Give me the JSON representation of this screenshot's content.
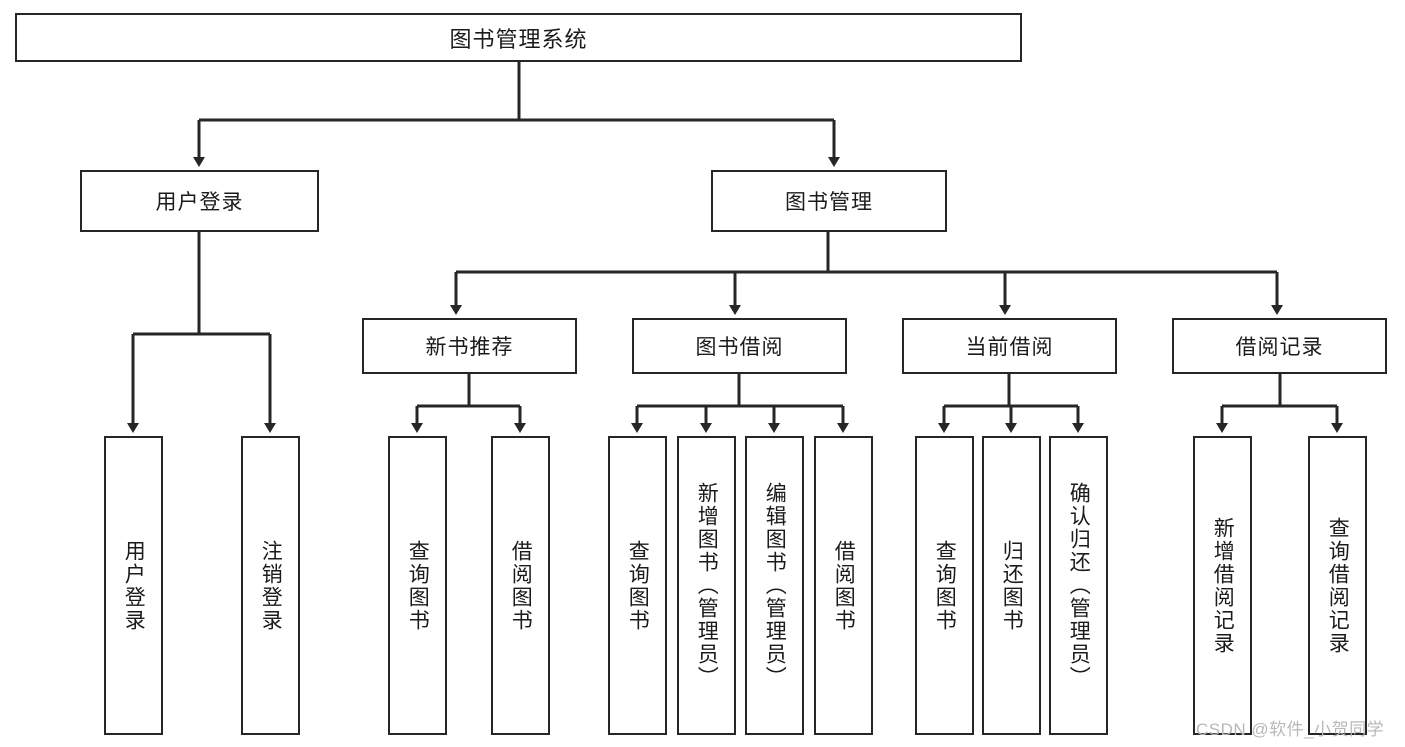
{
  "diagram": {
    "title": "图书管理系统",
    "watermark": "CSDN @软件_小贺同学",
    "level2": [
      {
        "label": "用户登录"
      },
      {
        "label": "图书管理"
      }
    ],
    "level3": [
      {
        "label": "新书推荐"
      },
      {
        "label": "图书借阅"
      },
      {
        "label": "当前借阅"
      },
      {
        "label": "借阅记录"
      }
    ],
    "leaves": {
      "user_login": [
        {
          "label": "用户登录"
        },
        {
          "label": "注销登录"
        }
      ],
      "new_book": [
        {
          "label": "查询图书"
        },
        {
          "label": "借阅图书"
        }
      ],
      "book_borrow": [
        {
          "label": "查询图书"
        },
        {
          "label": "新增图书（管理员）"
        },
        {
          "label": "编辑图书（管理员）"
        },
        {
          "label": "借阅图书"
        }
      ],
      "current_borrow": [
        {
          "label": "查询图书"
        },
        {
          "label": "归还图书"
        },
        {
          "label": "确认归还（管理员）"
        }
      ],
      "borrow_record": [
        {
          "label": "新增借阅记录"
        },
        {
          "label": "查询借阅记录"
        }
      ]
    },
    "colors": {
      "stroke": "#262626",
      "background": "#ffffff",
      "text": "#1b1b1b",
      "watermark": "#b8b8b8"
    }
  }
}
